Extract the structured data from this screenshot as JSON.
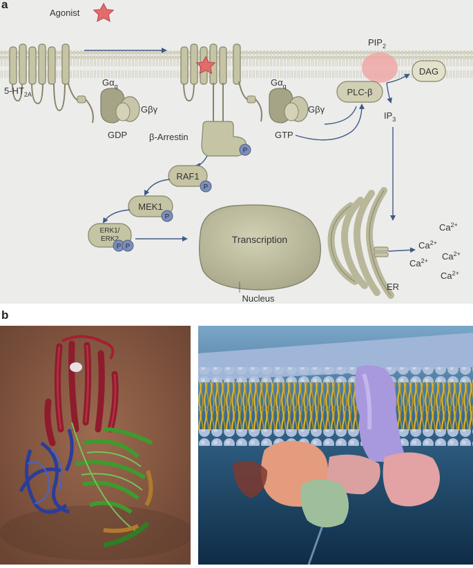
{
  "panel_a": {
    "letter": "a",
    "agonist": "Agonist",
    "receptor_main": "5-HT",
    "receptor_sub": "2A",
    "galpha_left_main": "Gα",
    "galpha_left_sub": "q",
    "gbg_left": "Gβγ",
    "gdp": "GDP",
    "arrestin": "β-Arrestin",
    "galpha_right_main": "Gα",
    "galpha_right_sub": "q",
    "gbg_right": "Gβγ",
    "gtp": "GTP",
    "plc": "PLC-β",
    "pip2_main": "PIP",
    "pip2_sub": "2",
    "dag": "DAG",
    "ip3_main": "IP",
    "ip3_sub": "3",
    "raf1": "RAF1",
    "mek1": "MEK1",
    "erk_line1": "ERK1/",
    "erk_line2": "ERK2",
    "phospho": "P",
    "transcription": "Transcription",
    "nucleus": "Nucleus",
    "er": "ER",
    "ca_main": "Ca",
    "ca_sup": "2+"
  },
  "panel_b": {
    "letter": "b"
  },
  "colors": {
    "protein_fill": "#c5c4a4",
    "protein_stroke": "#85836a",
    "phospho_fill": "#7d8fb8",
    "arrow": "#3e5a86",
    "agonist_star": "#e26b6b",
    "pip2_blob": "#f2a0a0",
    "background_a": "#ececeb"
  }
}
